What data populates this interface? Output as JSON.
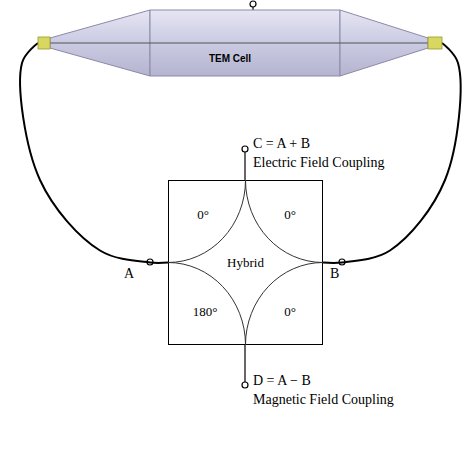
{
  "diagram": {
    "nodes": [
      {
        "text": [
          "TEM Cell"
        ]
      },
      {
        "text": [
          "0°",
          "0°",
          "Hybrid",
          "180°",
          "0°"
        ]
      }
    ],
    "edges": [
      {
        "from": 0,
        "to": 1,
        "arrow": "none"
      },
      {
        "from": 0,
        "to": 1,
        "arrow": "none"
      }
    ],
    "labels": [
      "A",
      "B",
      "C = A + B",
      "Electric Field Coupling",
      "D = A − B",
      "Magnetic Field Coupling"
    ]
  }
}
